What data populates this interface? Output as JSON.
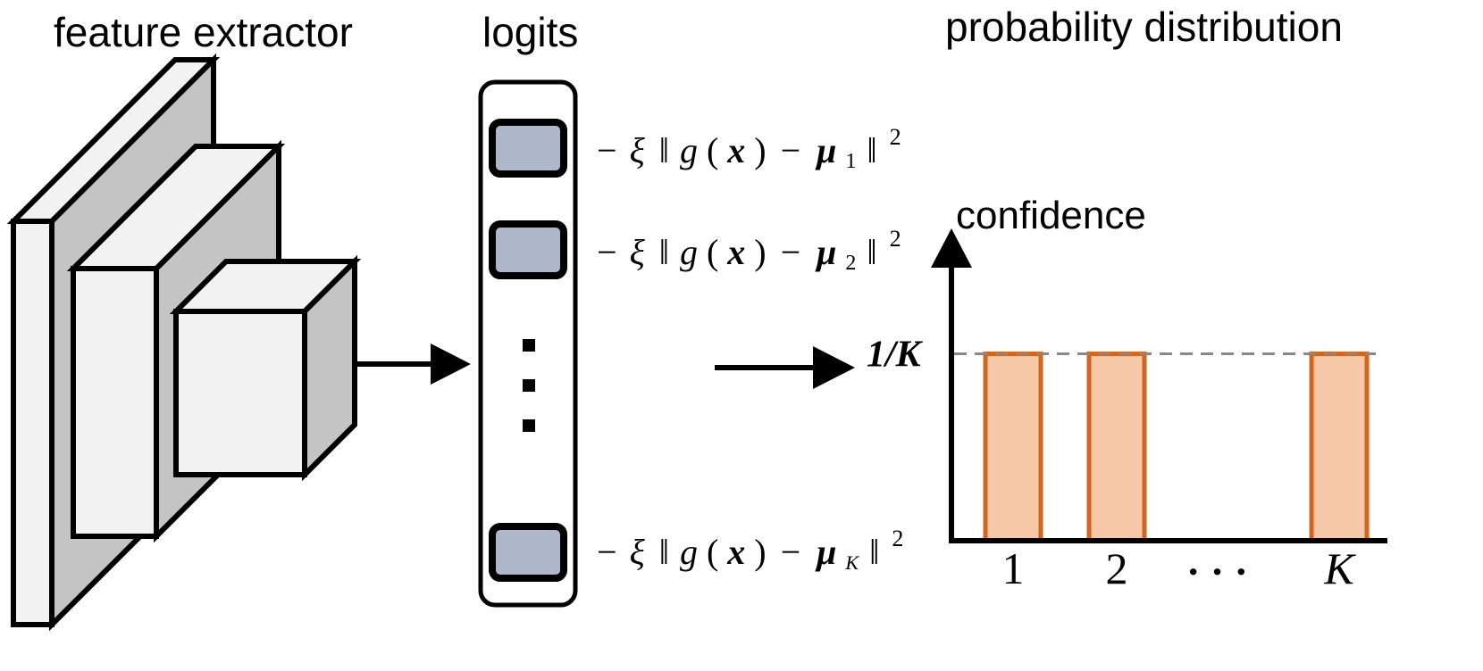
{
  "labels": {
    "feature_extractor": "feature extractor",
    "logits": "logits",
    "probability_distribution": "probability distribution",
    "confidence": "confidence",
    "uniform_level": "1/K"
  },
  "logit_entries": [
    {
      "text": "−ξ‖g(x)−μ₁‖²",
      "minus": "−",
      "xi": "ξ",
      "norm_open": "‖",
      "g": "g",
      "paren_open": "(",
      "x": "x",
      "paren_close": ")",
      "minus2": "−",
      "mu": "μ",
      "sub": "1",
      "norm_close": "‖",
      "sup": "2"
    },
    {
      "text": "−ξ‖g(x)−μ₂‖²",
      "minus": "−",
      "xi": "ξ",
      "norm_open": "‖",
      "g": "g",
      "paren_open": "(",
      "x": "x",
      "paren_close": ")",
      "minus2": "−",
      "mu": "μ",
      "sub": "2",
      "norm_close": "‖",
      "sup": "2"
    },
    {
      "text": "−ξ‖g(x)−μK‖²",
      "minus": "−",
      "xi": "ξ",
      "norm_open": "‖",
      "g": "g",
      "paren_open": "(",
      "x": "x",
      "paren_close": ")",
      "minus2": "−",
      "mu": "μ",
      "sub": "K",
      "norm_close": "‖",
      "sup": "2"
    }
  ],
  "colors": {
    "block_front": "#f2f2f2",
    "block_side": "#c4c4c4",
    "logit_cell": "#aeb8ca",
    "bar_fill": "#f7c8a8",
    "bar_stroke": "#d2661f",
    "dashed_line": "#888888",
    "stroke": "#000000"
  },
  "chart_data": {
    "type": "bar",
    "categories": [
      "1",
      "2",
      "K"
    ],
    "ellipsis_label": "· · ·",
    "values": [
      0.333,
      0.333,
      0.333
    ],
    "reference_line": {
      "value": 0.333,
      "label": "1/K"
    },
    "ylabel": "confidence",
    "ylim": [
      0,
      0.55
    ]
  }
}
